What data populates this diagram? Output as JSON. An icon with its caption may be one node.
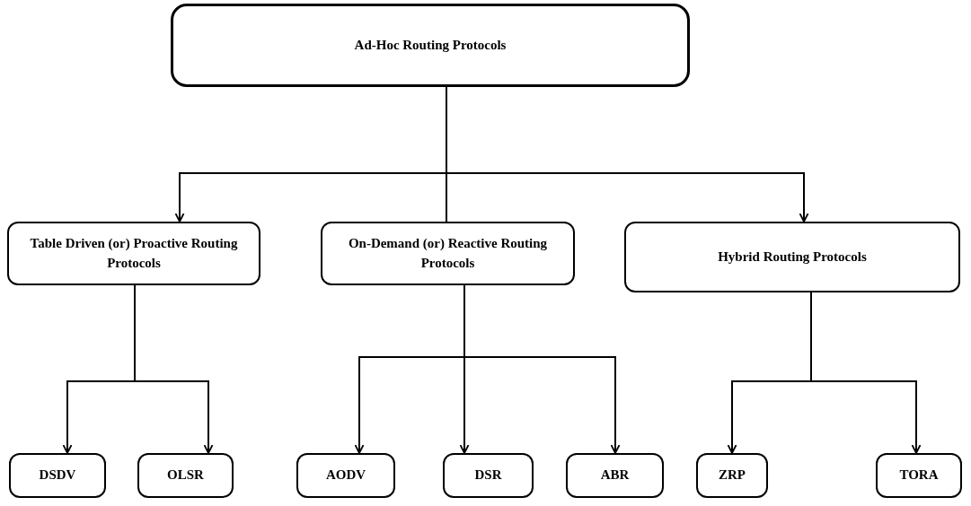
{
  "diagram": {
    "nodes": [
      {
        "text": [
          "Ad-Hoc Routing Protocols"
        ]
      },
      {
        "text": [
          "Table Driven (or) Proactive Routing Protocols"
        ]
      },
      {
        "text": [
          "On-Demand (or) Reactive Routing Protocols"
        ]
      },
      {
        "text": [
          "Hybrid Routing Protocols"
        ]
      },
      {
        "text": [
          "DSDV"
        ]
      },
      {
        "text": [
          "OLSR"
        ]
      },
      {
        "text": [
          "AODV"
        ]
      },
      {
        "text": [
          "DSR"
        ]
      },
      {
        "text": [
          "ABR"
        ]
      },
      {
        "text": [
          "ZRP"
        ]
      },
      {
        "text": [
          "TORA"
        ]
      }
    ],
    "edges": [
      {
        "from": 0,
        "to": 1,
        "arrow": "to"
      },
      {
        "from": 0,
        "to": 2,
        "arrow": "none"
      },
      {
        "from": 0,
        "to": 3,
        "arrow": "to"
      },
      {
        "from": 1,
        "to": 4,
        "arrow": "to"
      },
      {
        "from": 1,
        "to": 5,
        "arrow": "to"
      },
      {
        "from": 2,
        "to": 6,
        "arrow": "to"
      },
      {
        "from": 2,
        "to": 7,
        "arrow": "to"
      },
      {
        "from": 2,
        "to": 8,
        "arrow": "to"
      },
      {
        "from": 3,
        "to": 9,
        "arrow": "to"
      },
      {
        "from": 3,
        "to": 10,
        "arrow": "to"
      }
    ]
  }
}
